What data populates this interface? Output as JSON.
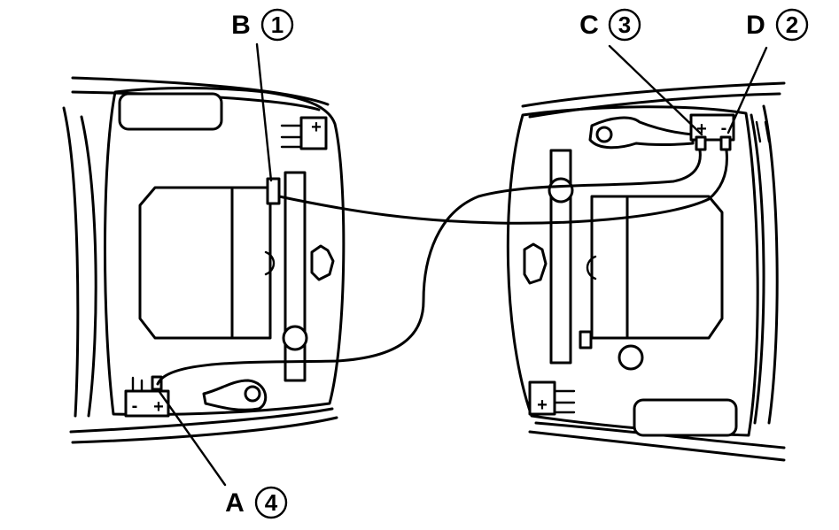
{
  "callouts": [
    {
      "id": "B",
      "letter": "B",
      "number": "1"
    },
    {
      "id": "C",
      "letter": "C",
      "number": "3"
    },
    {
      "id": "D",
      "letter": "D",
      "number": "2"
    },
    {
      "id": "A",
      "letter": "A",
      "number": "4"
    }
  ],
  "terminal_signs": {
    "plus": "+",
    "minus": "-"
  }
}
